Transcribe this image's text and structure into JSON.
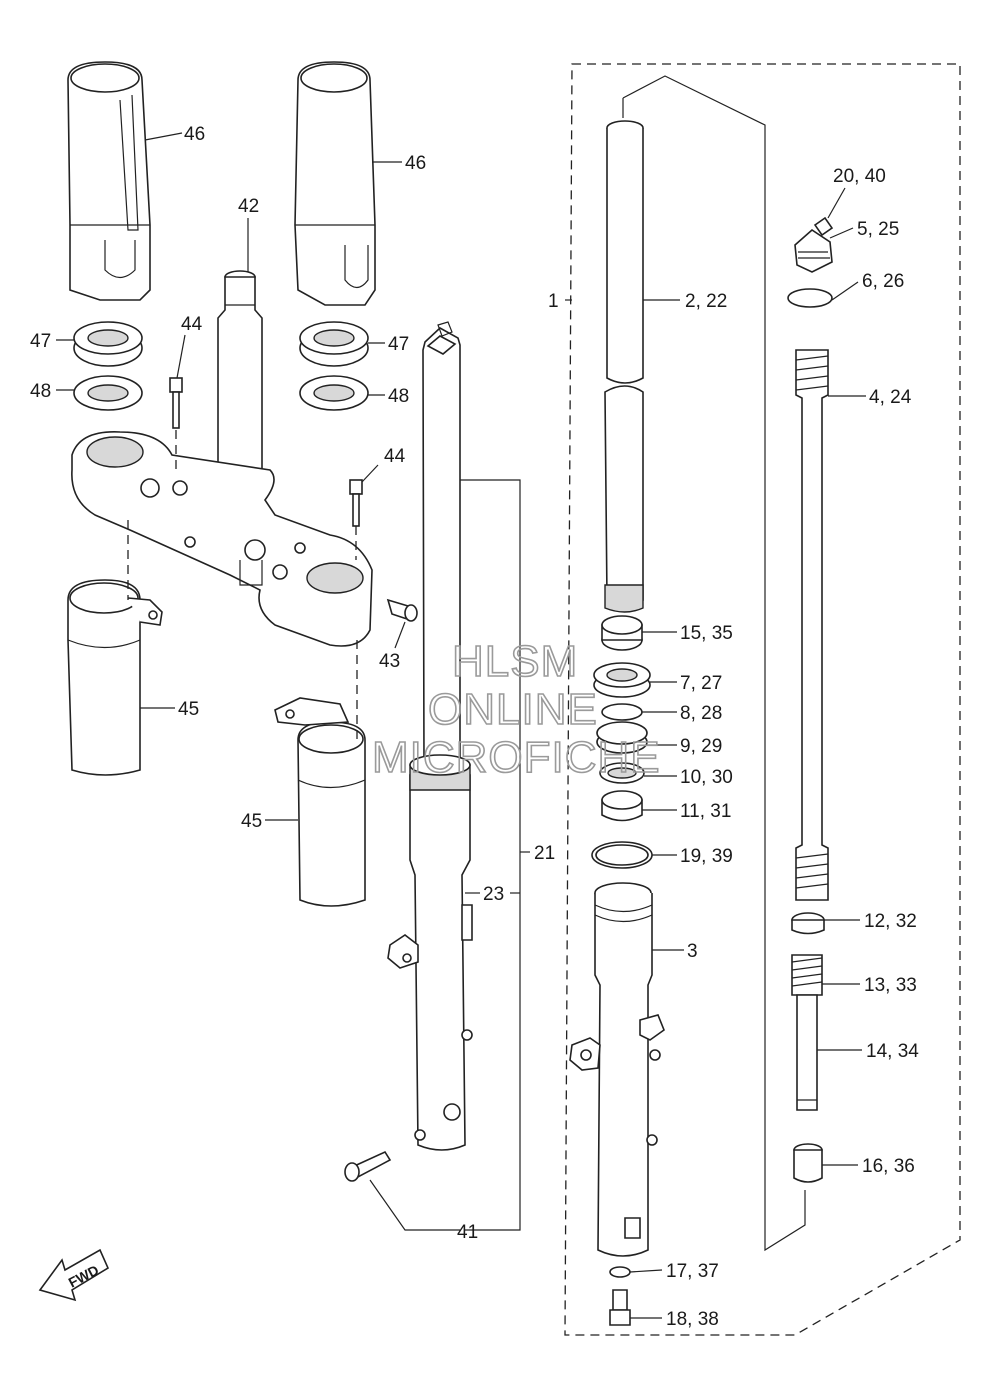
{
  "labels": {
    "l46a": "46",
    "l46b": "46",
    "l42": "42",
    "l47a": "47",
    "l47b": "47",
    "l44a": "44",
    "l48a": "48",
    "l48b": "48",
    "l44b": "44",
    "l43": "43",
    "l45a": "45",
    "l45b": "45",
    "l21": "21",
    "l23": "23",
    "l41": "41",
    "l1": "1",
    "l2": "2, 22",
    "l2040": "20, 40",
    "l525": "5, 25",
    "l626": "6, 26",
    "l424": "4, 24",
    "l1535": "15, 35",
    "l727": "7, 27",
    "l828": "8, 28",
    "l929": "9, 29",
    "l1030": "10, 30",
    "l1131": "11, 31",
    "l1939": "19, 39",
    "l3": "3",
    "l1232": "12, 32",
    "l1333": "13, 33",
    "l1434": "14, 34",
    "l1636": "16, 36",
    "l1737": "17, 37",
    "l1838": "18, 38"
  },
  "watermark": {
    "line1": "HLSM",
    "line2": "ONLINE",
    "line3": "MICROFICHE"
  },
  "fwd_label": "FWD"
}
